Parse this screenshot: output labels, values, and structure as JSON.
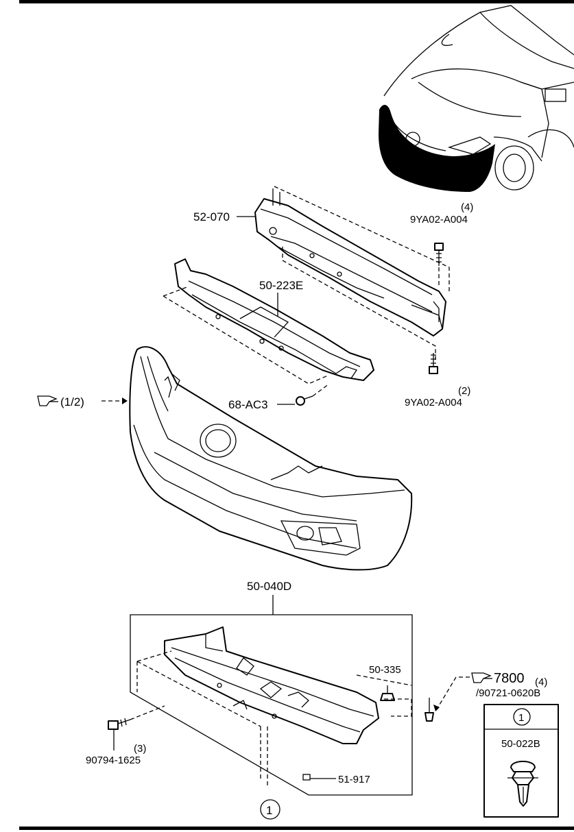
{
  "labels": {
    "reinforcement": "52-070",
    "absorber": "50-223E",
    "bolt_top": "9YA02-A004",
    "bolt_top_qty": "(4)",
    "bolt_mid": "9YA02-A004",
    "bolt_mid_qty": "(2)",
    "ref_bumper": "(1/2)",
    "nut": "68-AC3",
    "undercover": "50-040D",
    "clip": "50-335",
    "ref_7800": "7800",
    "ref_7800_qty": "(4)",
    "ref_7800_part": "/90721-0620B",
    "bolt_bottom": "90794-1625",
    "bolt_bottom_qty": "(3)",
    "fastener": "51-917",
    "callout_circle": "1",
    "inset_num": "1",
    "inset_part": "50-022B"
  },
  "icons": {
    "reference_hand": "pointing-hand-icon"
  }
}
